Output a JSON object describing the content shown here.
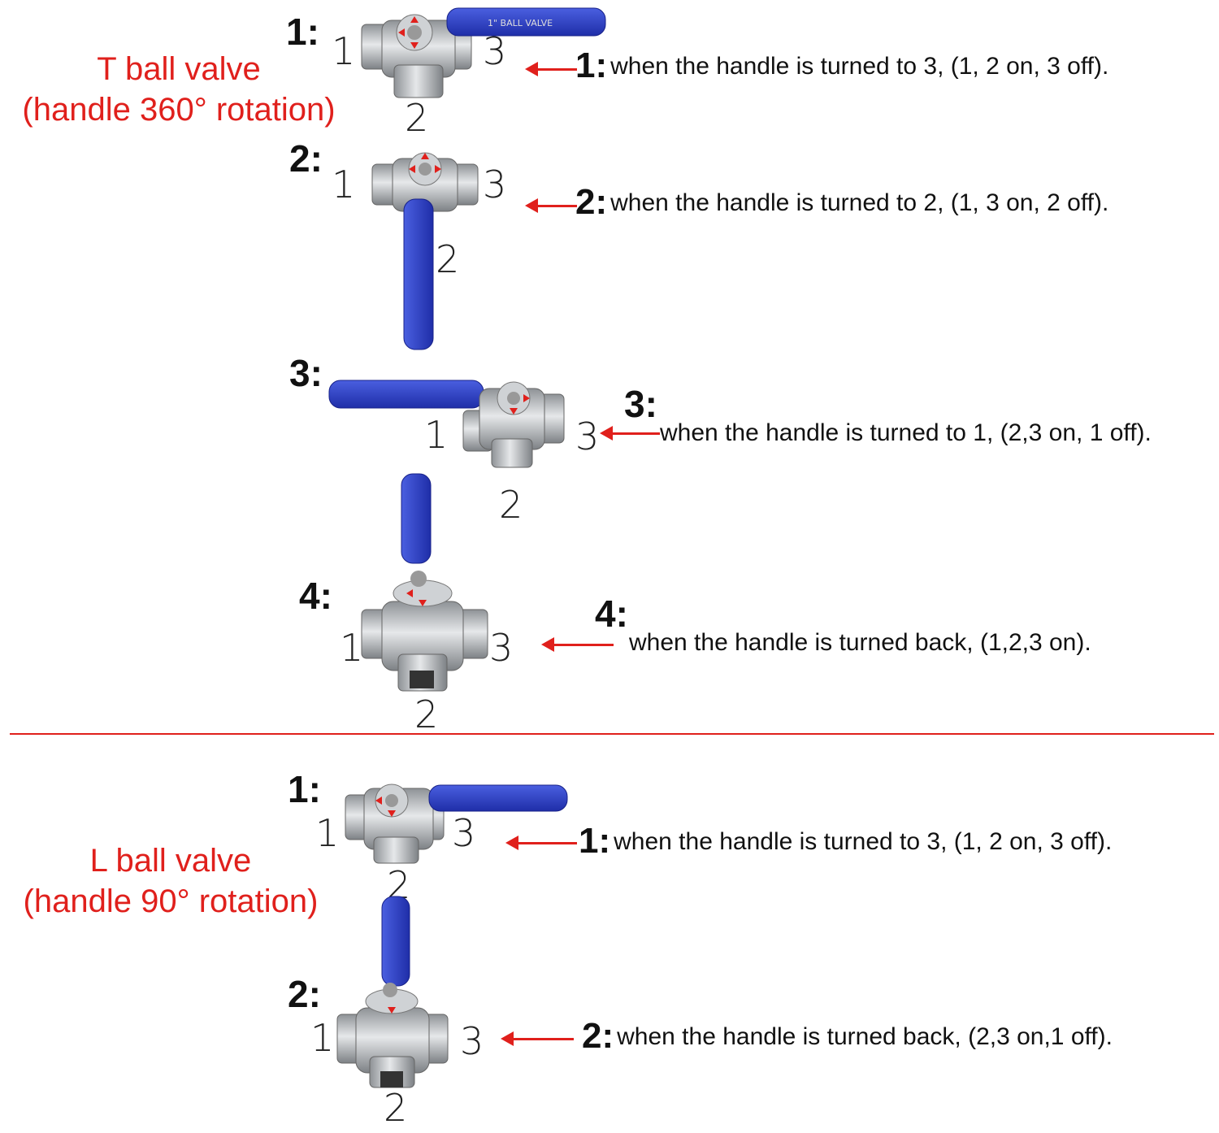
{
  "t_valve": {
    "title": "T ball valve",
    "subtitle": "(handle 360° rotation)",
    "steps": [
      {
        "num": "1:",
        "desc_num": "1:",
        "desc": "when the handle is turned to 3, (1, 2 on, 3 off)."
      },
      {
        "num": "2:",
        "desc_num": "2:",
        "desc": "when the handle is turned to 2, (1, 3 on, 2 off)."
      },
      {
        "num": "3:",
        "desc_num": "3:",
        "desc": "when the handle is turned to 1, (2,3 on, 1 off)."
      },
      {
        "num": "4:",
        "desc_num": "4:",
        "desc": "when the handle is turned back, (1,2,3 on)."
      }
    ]
  },
  "l_valve": {
    "title": "L ball valve",
    "subtitle": "(handle 90° rotation)",
    "steps": [
      {
        "num": "1:",
        "desc_num": "1:",
        "desc": "when the handle is turned to 3, (1, 2 on, 3 off)."
      },
      {
        "num": "2:",
        "desc_num": "2:",
        "desc": "when the handle is turned back, (2,3 on,1 off)."
      }
    ]
  },
  "ports": {
    "p1": "1",
    "p2": "2",
    "p3": "3"
  },
  "handle_label": "1\" BALL VALVE",
  "colors": {
    "accent_red": "#e0201c",
    "handle_blue": "#2d3fc2",
    "steel": "#b9bcc0"
  },
  "icons": [
    "valve-body-icon",
    "valve-handle-icon",
    "flow-arrow-icon"
  ]
}
